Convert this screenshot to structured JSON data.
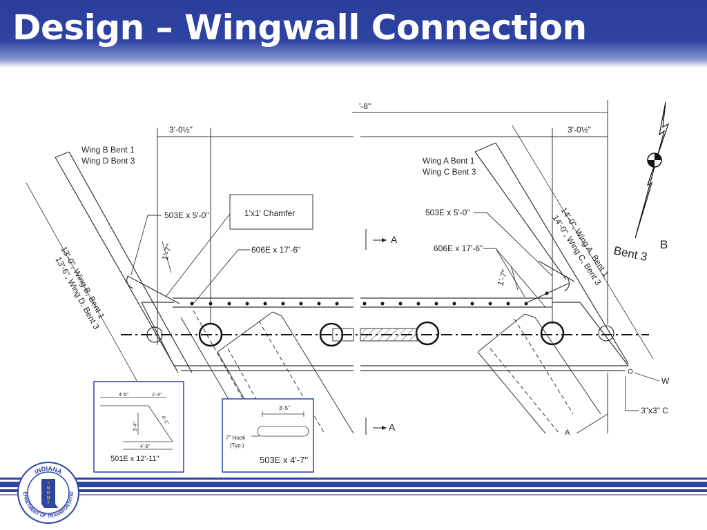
{
  "slide": {
    "title": "Design – Wingwall Connection"
  },
  "drawing": {
    "dim_top": "'-8\"",
    "dim_left": "3'-0½\"",
    "dim_right": "3'-0½\"",
    "wing_bd": [
      "Wing B Bent 1",
      "Wing D Bent 3"
    ],
    "wing_ac": [
      "Wing A Bent 1",
      "Wing C Bent 3"
    ],
    "bar_503_left": "503E x 5'-0\"",
    "bar_503_right": "503E x 5'-0\"",
    "chamfer": "1'x1' Chamfer",
    "bar_606_left": "606E x 17'-6\"",
    "bar_606_right": "606E x 17'-6\"",
    "dim_17_left": "1'-7\"",
    "dim_17_right": "1'-7\"",
    "len_b": "13'-0\", Wing B, Bent 1",
    "len_d": "13'-6\", Wing D, Bent 3",
    "len_a": "14'-0\", Wing A, Bent 1",
    "len_c": "14'-0\", Wing C, Bent 3",
    "section_top": "A",
    "section_bottom": "A",
    "bent3": "Bent 3",
    "b_partial": "B",
    "w_partial": "W",
    "chamfer_partial": "3\"x3\" C",
    "a_partial": "A"
  },
  "inset_501": {
    "dim_top_a": "4'-5\"",
    "dim_top_b": "2'-3\"",
    "dim_mid": "3'-4\"",
    "dim_diag": "4'-1\"",
    "dim_bottom": "4'-5\"",
    "label": "501E x 12'-11\""
  },
  "inset_503": {
    "dim_top": "3'-5\"",
    "hook": "7\" Hook",
    "hook_note": "(Typ.)",
    "label": "503E x 4'-7\""
  },
  "logo": {
    "top_text": "INDIANA",
    "ring_text": "DEPARTMENT OF TRANSPORTATION",
    "letters": [
      "I",
      "N",
      "D",
      "O",
      "T"
    ]
  }
}
